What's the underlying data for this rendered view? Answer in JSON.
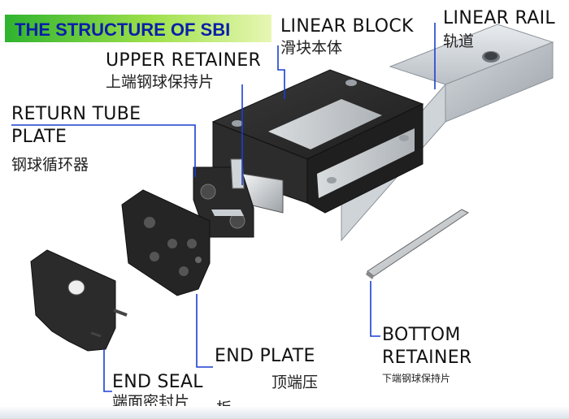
{
  "title": "THE STRUCTURE OF SBI",
  "labels": {
    "linear_block": "LINEAR BLOCK",
    "linear_block_cn": "滑块本体",
    "linear_rail": "LINEAR RAIL",
    "linear_rail_cn": "轨道",
    "upper_retainer": "UPPER RETAINER",
    "upper_retainer_cn": "上端钢球保持片",
    "return_tube_1": "RETURN TUBE",
    "return_tube_2": "PLATE",
    "return_tube_cn": "钢球循环器",
    "end_plate": "END PLATE",
    "end_plate_cn": "顶端压",
    "end_seal": "END SEAL",
    "end_seal_cn": "端面密封片",
    "end_seal_cn2": "板",
    "bottom_retainer_1": "BOTTOM",
    "bottom_retainer_2": "RETAINER",
    "bottom_retainer_cn": "下端钢球保持片"
  },
  "colors": {
    "leader_line": "#1a3fd0",
    "title_text": "#0a1fa8",
    "block_dark": "#2b2b2b",
    "steel": "#c9ced3"
  }
}
